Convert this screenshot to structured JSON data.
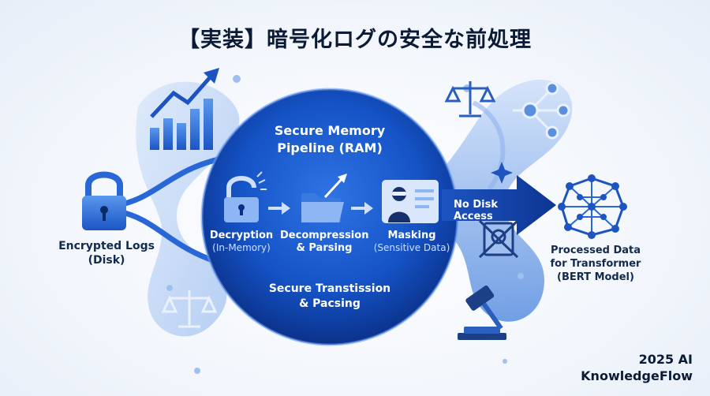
{
  "title": "【実装】暗号化ログの安全な前処理",
  "input": {
    "label_line1": "Encrypted Logs",
    "label_line2": "(Disk)"
  },
  "pipeline": {
    "title_line1": "Secure Memory",
    "title_line2": "Pipeline (RAM)",
    "steps": [
      {
        "label": "Decryption",
        "sub": "(In-Memory)"
      },
      {
        "label_line1": "Decompression",
        "label_line2": "& Parsing"
      },
      {
        "label": "Masking",
        "sub": "(Sensitive Data)"
      }
    ],
    "footer_line1": "Secure Transtission",
    "footer_line2": "& Pacsing"
  },
  "arrow_label": "No Disk Access",
  "output": {
    "line1": "Processed Data",
    "line2": "for Transformer",
    "line3": "(BERT Model)"
  },
  "brand": {
    "line1": "2025 AI",
    "line2": "KnowledgeFlow"
  },
  "colors": {
    "primary": "#1f5fd0",
    "dark": "#0b2f8a",
    "light": "#bcd4f5"
  },
  "icons": [
    "lock-icon",
    "bar-chart-trend-icon",
    "scales-icon",
    "network-graph-icon",
    "sparkle-icon",
    "unlock-icon",
    "folder-icon",
    "masked-person-card-icon",
    "no-disk-icon",
    "neural-network-icon",
    "gavel-icon"
  ]
}
